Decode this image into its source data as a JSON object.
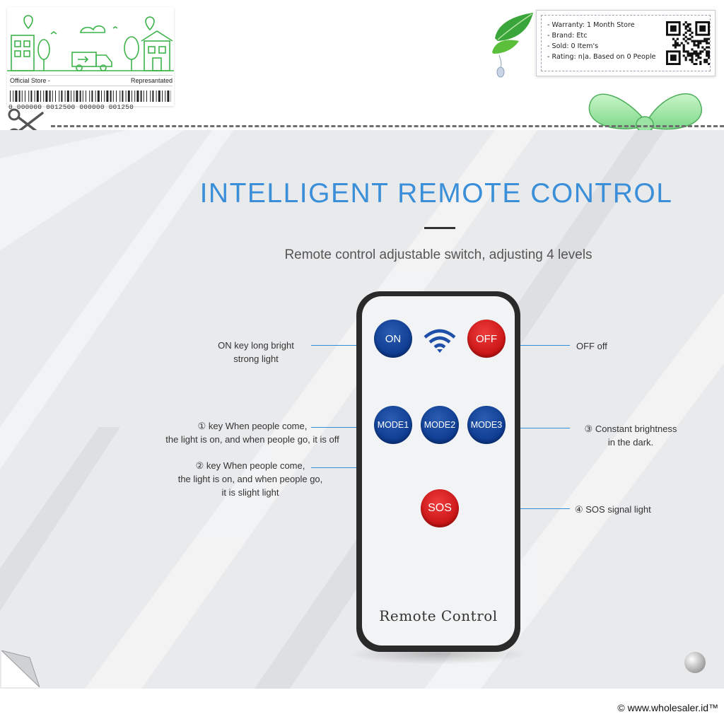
{
  "store_card": {
    "left_label": "Official Store -",
    "right_label": "Represantated",
    "barcode_digits": "0  000000  0012500  000000  001250"
  },
  "info_box": {
    "lines": [
      "- Warranty: 1 Month Store",
      "- Brand: Etc",
      "- Sold: 0 Item's",
      "- Rating: n|a. Based on 0 People"
    ]
  },
  "content": {
    "title": "INTELLIGENT REMOTE CONTROL",
    "subtitle": "Remote control adjustable switch, adjusting 4 levels",
    "remote_label": "Remote Control",
    "buttons": {
      "on": "ON",
      "off": "OFF",
      "mode1": "MODE1",
      "mode2": "MODE2",
      "mode3": "MODE3",
      "sos": "SOS"
    },
    "callouts": {
      "on": [
        "ON key long bright",
        "strong light"
      ],
      "off": [
        "OFF off"
      ],
      "mode1": [
        "① key When people come,",
        "the light is on, and when people go, it is off"
      ],
      "mode2": [
        "② key When people come,",
        "the light is on, and when people go,",
        "it is slight light"
      ],
      "mode3": [
        "③ Constant brightness",
        "in the dark."
      ],
      "sos": [
        "④ SOS signal light"
      ]
    }
  },
  "footer": {
    "copyright": "© www.wholesaler.id™"
  },
  "colors": {
    "title_blue": "#3a8fd8",
    "button_blue": "#0d3a8e",
    "button_red": "#c81414",
    "callout_line": "#2f8fd8",
    "store_green": "#3cb44a"
  }
}
